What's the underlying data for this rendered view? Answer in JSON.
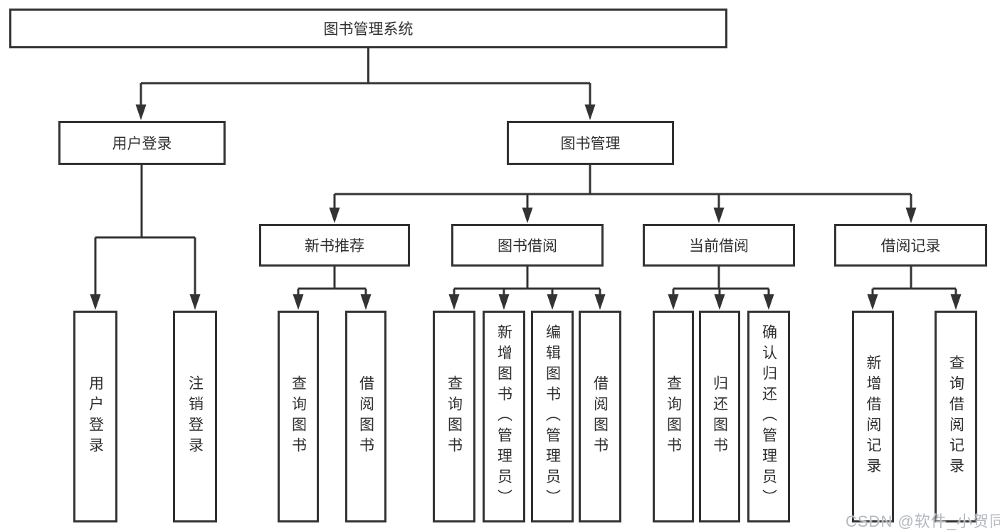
{
  "diagram": {
    "root": {
      "label": "图书管理系统"
    },
    "branches": [
      {
        "label": "用户登录",
        "children": [
          {
            "label": "用户登录"
          },
          {
            "label": "注销登录"
          }
        ]
      },
      {
        "label": "图书管理",
        "children": [
          {
            "label": "新书推荐",
            "children": [
              {
                "label": "查询图书"
              },
              {
                "label": "借阅图书"
              }
            ]
          },
          {
            "label": "图书借阅",
            "children": [
              {
                "label": "查询图书"
              },
              {
                "label": "新增图书（管理员）"
              },
              {
                "label": "编辑图书（管理员）"
              },
              {
                "label": "借阅图书"
              }
            ]
          },
          {
            "label": "当前借阅",
            "children": [
              {
                "label": "查询图书"
              },
              {
                "label": "归还图书"
              },
              {
                "label": "确认归还（管理员）"
              }
            ]
          },
          {
            "label": "借阅记录",
            "children": [
              {
                "label": "新增借阅记录"
              },
              {
                "label": "查询借阅记录"
              }
            ]
          }
        ]
      }
    ]
  },
  "watermark": {
    "text": "CSDN @软件_小贺同学"
  },
  "colors": {
    "line": "#333333",
    "text": "#2f2f2f",
    "box_background": "#ffffff",
    "page_background": "#ffffff",
    "watermark": "#b3b9c0"
  }
}
